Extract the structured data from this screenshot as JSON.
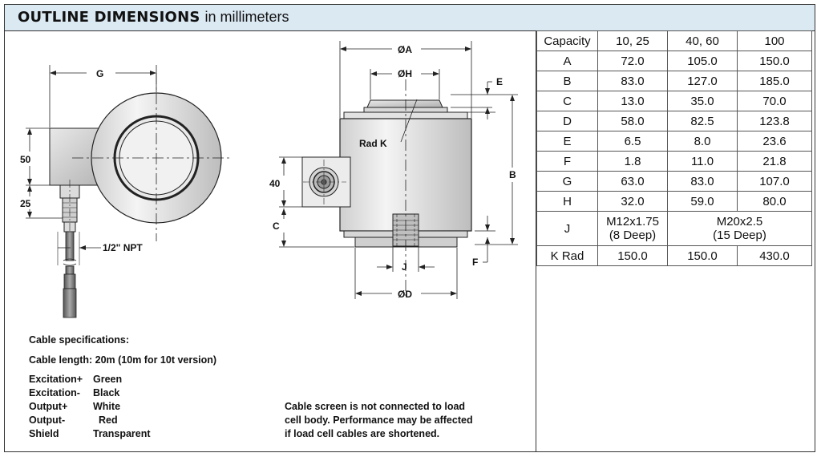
{
  "header": {
    "title_bold": "OUTLINE DIMENSIONS",
    "title_rest": "in millimeters"
  },
  "table": {
    "header": [
      "Capacity",
      "10, 25",
      "40, 60",
      "100"
    ],
    "rows": [
      [
        "A",
        "72.0",
        "105.0",
        "150.0"
      ],
      [
        "B",
        "83.0",
        "127.0",
        "185.0"
      ],
      [
        "C",
        "13.0",
        "35.0",
        "70.0"
      ],
      [
        "D",
        "58.0",
        "82.5",
        "123.8"
      ],
      [
        "E",
        "6.5",
        "8.0",
        "23.6"
      ],
      [
        "F",
        "1.8",
        "11.0",
        "21.8"
      ],
      [
        "G",
        "63.0",
        "83.0",
        "107.0"
      ],
      [
        "H",
        "32.0",
        "59.0",
        "80.0"
      ]
    ],
    "j_row": {
      "label": "J",
      "small_line1": "M12x1.75",
      "small_line2": "(8 Deep)",
      "large_line1": "M20x2.5",
      "large_line2": "(15 Deep)"
    },
    "k_row": [
      "K Rad",
      "150.0",
      "150.0",
      "430.0"
    ]
  },
  "drawing": {
    "side": {
      "g": "G",
      "d50": "50",
      "d25": "25",
      "npt": "1/2\" NPT"
    },
    "front": {
      "a": "ØA",
      "h": "ØH",
      "e": "E",
      "radk": "Rad K",
      "b": "B",
      "d40": "40",
      "c": "C",
      "f": "F",
      "j": "J",
      "d": "ØD"
    }
  },
  "cable": {
    "title": "Cable specifications:",
    "length": "Cable length: 20m (10m for 10t version)",
    "wires": [
      {
        "name": "Excitation+",
        "color": "Green"
      },
      {
        "name": "Excitation-",
        "color": "Black"
      },
      {
        "name": "Output+",
        "color": "White"
      },
      {
        "name": "Output-",
        "color": "Red"
      },
      {
        "name": "Shield",
        "color": "Transparent"
      }
    ]
  },
  "screen_note": [
    "Cable screen is not connected to load",
    "cell body. Performance may be affected",
    "if load cell cables are shortened."
  ]
}
